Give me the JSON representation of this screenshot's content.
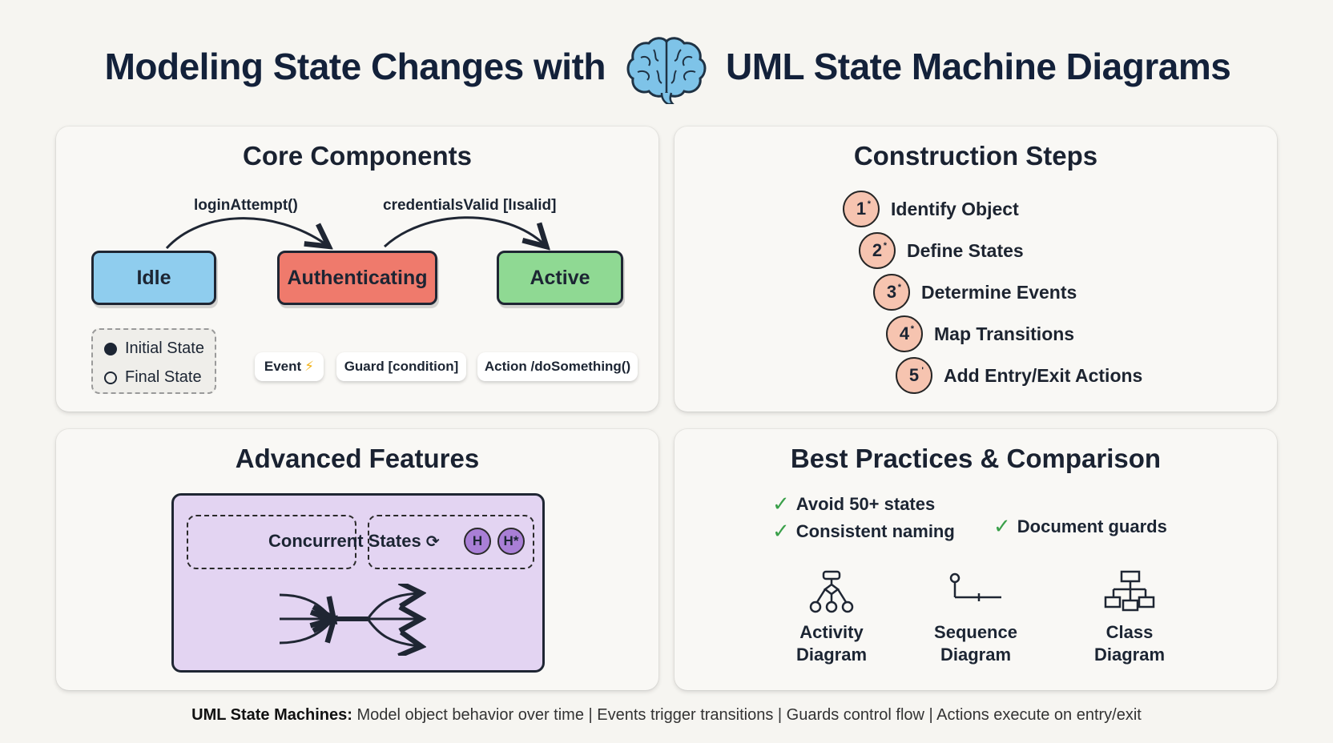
{
  "title": {
    "left": "Modeling State Changes with",
    "right": "UML State Machine Diagrams",
    "icon": "brain-icon"
  },
  "core": {
    "title": "Core Components",
    "states": {
      "idle": "Idle",
      "auth": "Authenticating",
      "active": "Active"
    },
    "transitions": {
      "login": "loginAttempt()",
      "cred": "credentialsValid [lısalid]"
    },
    "legend": {
      "initial": "Initial State",
      "final": "Final State"
    },
    "chips": {
      "event": "Event",
      "guard": "Guard [condition]",
      "action": "Action /doSomething()"
    },
    "colors": {
      "idle": "#8fcdee",
      "auth": "#ef7a6c",
      "active": "#8fd993"
    }
  },
  "steps": {
    "title": "Construction Steps",
    "items": [
      {
        "num": "1",
        "mark": "*",
        "label": "Identify Object"
      },
      {
        "num": "2",
        "mark": "*",
        "label": "Define States"
      },
      {
        "num": "3",
        "mark": "*",
        "label": "Determine Events"
      },
      {
        "num": "4",
        "mark": "*",
        "label": "Map Transitions"
      },
      {
        "num": "5",
        "mark": "'",
        "label": "Add Entry/Exit Actions"
      }
    ]
  },
  "advanced": {
    "title": "Advanced Features",
    "concurrent_label": "Concurrent States",
    "history": [
      "H",
      "H*"
    ]
  },
  "best": {
    "title": "Best Practices & Comparison",
    "practices": [
      "Avoid 50+ states",
      "Consistent naming",
      "Document guards"
    ],
    "comparisons": [
      {
        "line1": "Activity",
        "line2": "Diagram",
        "icon": "activity-diagram-icon"
      },
      {
        "line1": "Sequence",
        "line2": "Diagram",
        "icon": "sequence-diagram-icon"
      },
      {
        "line1": "Class",
        "line2": "Diagram",
        "icon": "class-diagram-icon"
      }
    ]
  },
  "footer": {
    "bold": "UML State Machines:",
    "text": " Model object behavior over time | Events trigger transitions | Guards control flow | Actions execute on entry/exit"
  }
}
